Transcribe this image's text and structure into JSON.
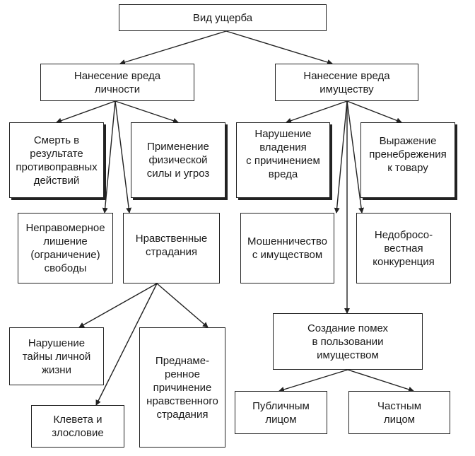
{
  "nodes": {
    "root": "Вид ущерба",
    "person": "Нанесение вреда\nличности",
    "property": "Нанесение вреда\nимуществу",
    "death": "Смерть в\nрезультате\nпротивоправных\nдействий",
    "force": "Применение\nфизической\nсилы и угроз",
    "freedom": "Неправомерное\nлишение\n(ограничение)\nсвободы",
    "moral": "Нравственные\nстрадания",
    "privacy": "Нарушение\nтайны личной\nжизни",
    "slander": "Клевета и\nзлословие",
    "intentional": "Преднаме-\nренное\nпричинение\nнравственного\nстрадания",
    "possession": "Нарушение\nвладения\nс причинением\nвреда",
    "neglect": "Выражение\nпренебрежения\nк товару",
    "fraud": "Мошенничество\nс имуществом",
    "unfair": "Недобросо-\nвестная\nконкуренция",
    "interference": "Создание помех\nв пользовании\nимуществом",
    "public": "Публичным\nлицом",
    "private": "Частным\nлицом"
  }
}
